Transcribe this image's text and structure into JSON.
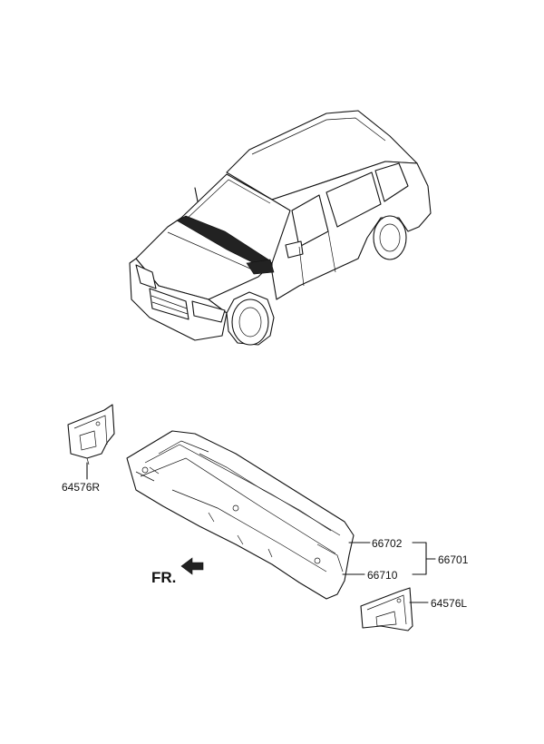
{
  "parts": {
    "p64576R": "64576R",
    "p66702": "66702",
    "p66701": "66701",
    "p66710": "66710",
    "p64576L": "64576L"
  },
  "direction_marker": "FR."
}
